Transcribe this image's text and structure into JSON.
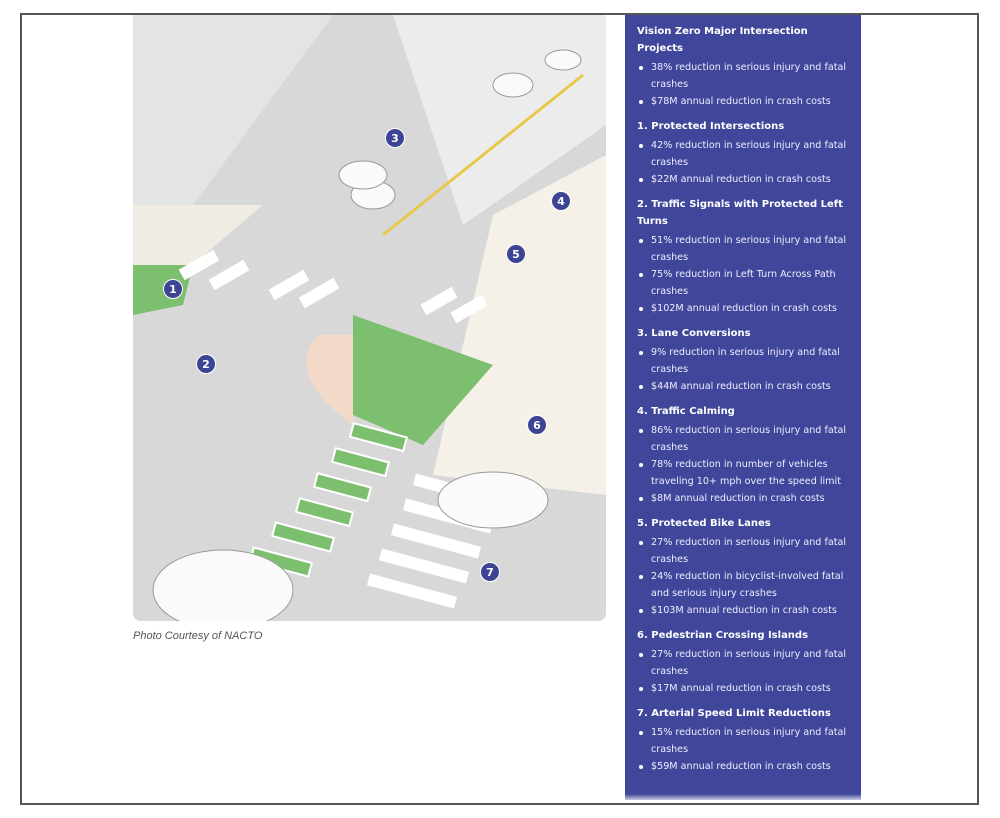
{
  "caption": "Photo Courtesy of NACTO",
  "markers": [
    "1",
    "2",
    "3",
    "4",
    "5",
    "6",
    "7"
  ],
  "colors": {
    "sidebar_bg": "#40479a",
    "bike_lane": "#7cbf6e",
    "marker": "#3d4494"
  },
  "sections": [
    {
      "title": "Vision Zero Major Intersection Projects",
      "items": [
        "38% reduction in serious injury and fatal crashes",
        "$78M annual reduction in crash costs"
      ]
    },
    {
      "title": "1. Protected Intersections",
      "items": [
        "42% reduction in serious injury and fatal crashes",
        "$22M annual reduction in crash costs"
      ]
    },
    {
      "title": "2. Traffic Signals with Protected Left Turns",
      "items": [
        "51% reduction in serious injury and fatal crashes",
        "75% reduction in Left Turn Across Path crashes",
        "$102M annual reduction in crash costs"
      ]
    },
    {
      "title": "3. Lane Conversions",
      "items": [
        "9% reduction in serious injury and fatal crashes",
        "$44M annual reduction in crash costs"
      ]
    },
    {
      "title": "4. Traffic Calming",
      "items": [
        "86% reduction in serious injury and fatal crashes",
        "78% reduction in number of vehicles traveling 10+ mph over the speed limit",
        "$8M annual reduction in crash costs"
      ]
    },
    {
      "title": "5. Protected Bike Lanes",
      "items": [
        "27% reduction in serious injury and fatal crashes",
        "24% reduction in bicyclist-involved fatal and serious injury crashes",
        "$103M annual reduction in crash costs"
      ]
    },
    {
      "title": "6. Pedestrian Crossing Islands",
      "items": [
        "27% reduction in serious injury and fatal crashes",
        "$17M annual reduction in crash costs"
      ]
    },
    {
      "title": "7. Arterial Speed Limit Reductions",
      "items": [
        "15% reduction in serious injury and fatal crashes",
        "$59M annual reduction in crash costs"
      ]
    }
  ]
}
